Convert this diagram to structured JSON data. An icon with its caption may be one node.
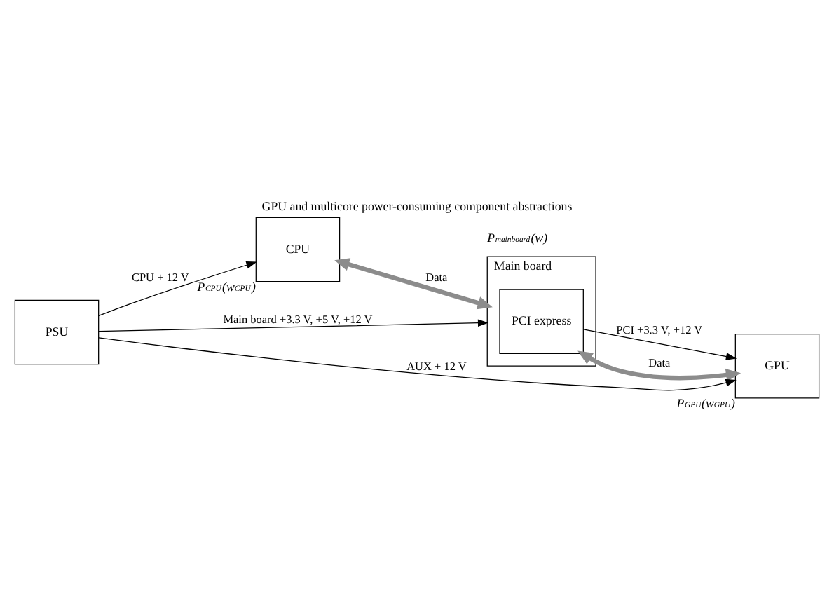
{
  "diagram": {
    "title": "GPU and multicore power-consuming component abstractions",
    "nodes": [
      {
        "text": [
          "CPU"
        ],
        "beside": [
          "P$_{CPU}$(w$^{CPU}$)"
        ]
      },
      {
        "text": [
          "Main board"
        ],
        "beside": [
          "P$_{mainboard}$(w)"
        ]
      },
      {
        "text": [
          "PCI express"
        ],
        "in": 1
      },
      {
        "text": [
          "GPU"
        ],
        "beside": [
          "P$_{GPU}$(w$^{GPU}$)"
        ]
      },
      {
        "text": [
          "PSU"
        ]
      }
    ],
    "edges": [
      {
        "from": 0,
        "to": 1,
        "arrow": "both",
        "label": "Data",
        "style": "thick",
        "color": "#8c8c8c"
      },
      {
        "from": 2,
        "to": 3,
        "arrow": "to",
        "label": "PCI +3.3 V, +12 V"
      },
      {
        "from": 2,
        "to": 3,
        "arrow": "both",
        "label": "Data",
        "style": "thick",
        "color": "#8c8c8c"
      },
      {
        "from": 4,
        "to": 0,
        "arrow": "to",
        "label": "CPU + 12 V"
      },
      {
        "from": 4,
        "to": 1,
        "arrow": "to",
        "label": "Main board +3.3 V, +5 V, +12 V"
      },
      {
        "from": 4,
        "to": 3,
        "arrow": "to",
        "label": "AUX + 12 V"
      }
    ]
  }
}
